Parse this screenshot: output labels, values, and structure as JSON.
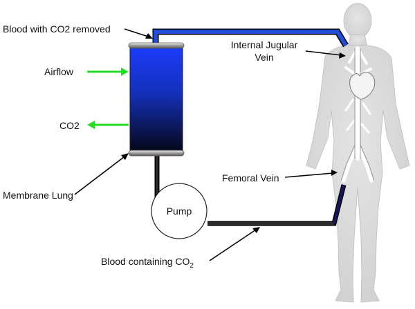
{
  "labels": {
    "blood_co2_removed": "Blood with CO2 removed",
    "airflow": "Airflow",
    "co2": "CO2",
    "membrane_lung": "Membrane Lung",
    "internal_jugular_line1": "Internal Jugular",
    "internal_jugular_line2": "Vein",
    "femoral_vein": "Femoral Vein",
    "pump": "Pump",
    "blood_containing_prefix": "Blood containing CO",
    "blood_containing_sub": "2"
  },
  "colors": {
    "return_tube": "#1f4fd6",
    "drain_tube": "#1a1a1a",
    "femoral_tube": "#1a1464",
    "lung_top": "#1c3cff",
    "lung_bottom": "#050510",
    "arrow_green": "#22dd22",
    "body": "#d8d8d8",
    "heart": "#f0f0f0",
    "veins": "#ffffff"
  },
  "icons": {
    "lung_device": "membrane-lung-cylinder",
    "human_body": "human-body-silhouette"
  }
}
